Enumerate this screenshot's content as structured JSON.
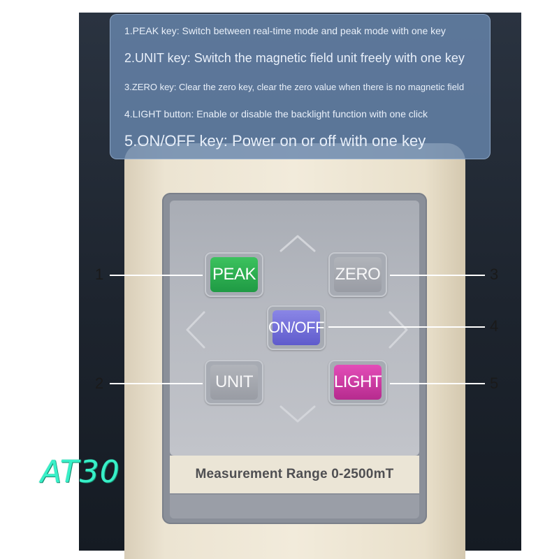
{
  "info_box": {
    "lines": [
      "1.PEAK key: Switch between real-time mode and peak mode with one key",
      "2.UNIT key: Switch the magnetic field unit freely with one key",
      "3.ZERO key: Clear the zero key, clear the zero value when there is no magnetic field",
      "4.LIGHT button: Enable or disable the backlight function with one click",
      "5.ON/OFF key: Power on or off with one key"
    ]
  },
  "keypad": {
    "keys": {
      "peak": "PEAK",
      "zero": "ZERO",
      "on_off": "ON/OFF",
      "unit": "UNIT",
      "light": "LIGHT"
    },
    "measurement_range": "Measurement Range 0-2500mT"
  },
  "callouts": [
    "1",
    "2",
    "3",
    "4",
    "5"
  ],
  "watermark": "AT30",
  "colors": {
    "peak": "#2bb04f",
    "on_off": "#716de0",
    "light": "#d23aa6",
    "neutral_key": "#a7aab1",
    "info_box": "#6886ad",
    "watermark": "#38f0c8"
  },
  "icons": [
    "chevron-up-icon",
    "chevron-down-icon",
    "chevron-left-icon",
    "chevron-right-icon"
  ]
}
